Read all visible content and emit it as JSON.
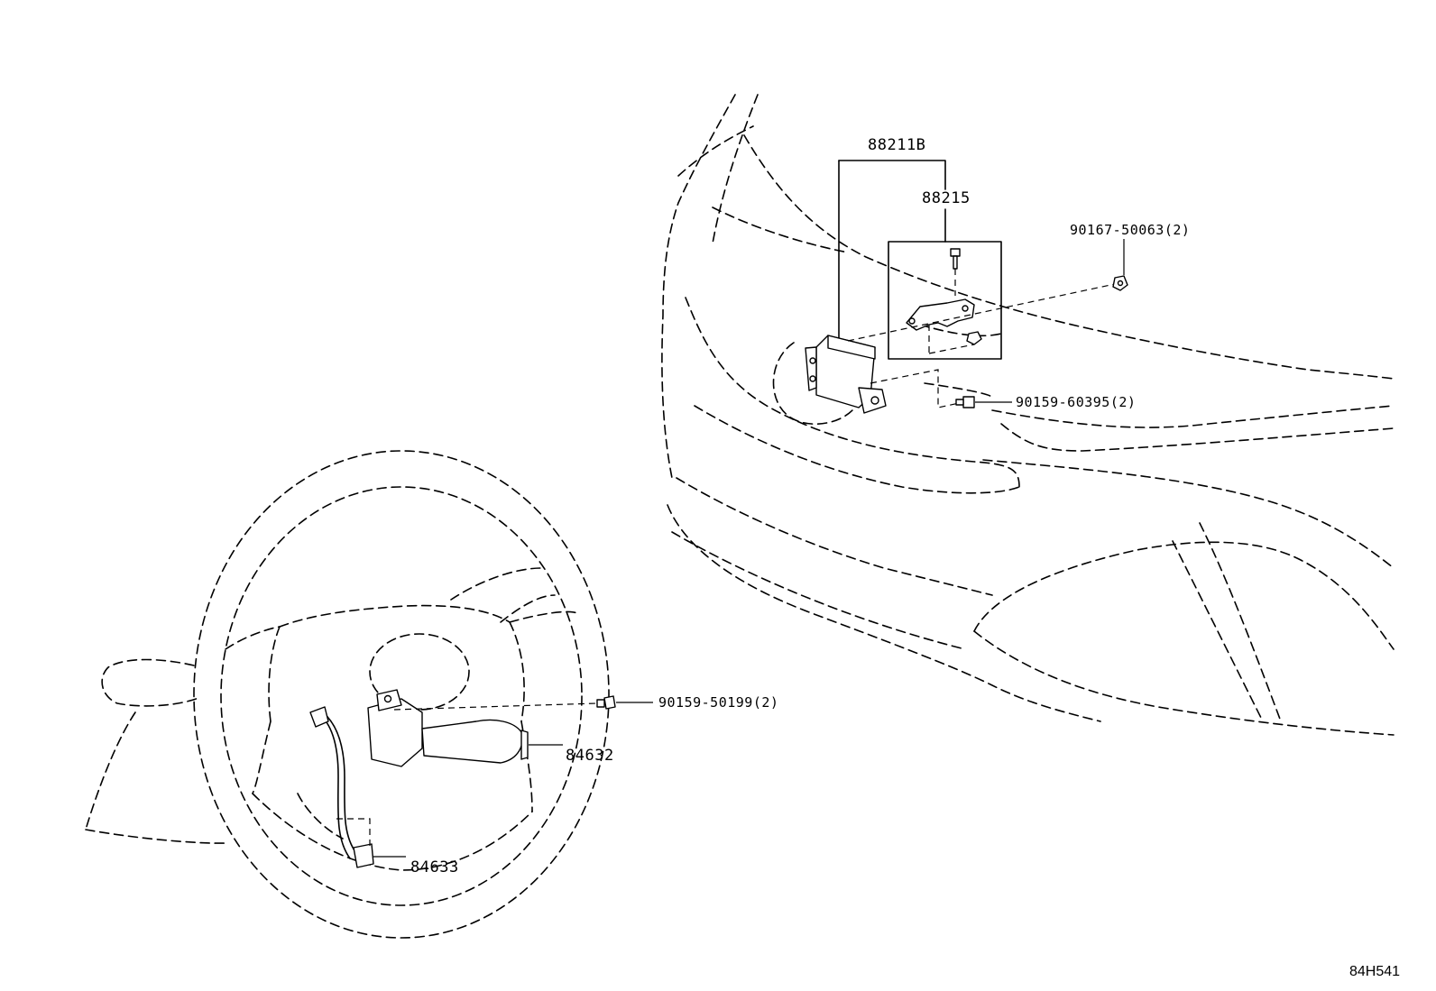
{
  "diagram": {
    "id": "84H541",
    "callouts": {
      "p88211b": "88211B",
      "p88215": "88215",
      "p90167": "90167-50063(2)",
      "p90159_60395": "90159-60395(2)",
      "p90159_50199": "90159-50199(2)",
      "p84632": "84632",
      "p84633": "84633"
    }
  }
}
